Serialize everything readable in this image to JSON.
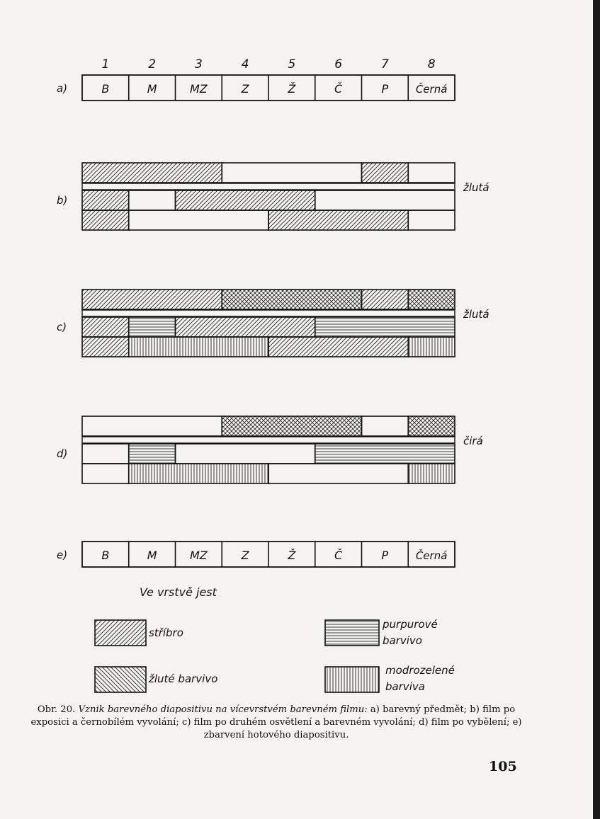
{
  "columns": {
    "numbers": [
      "1",
      "2",
      "3",
      "4",
      "5",
      "6",
      "7",
      "8"
    ],
    "labels": [
      "B",
      "M",
      "MZ",
      "Z",
      "Ž",
      "Č",
      "P",
      "Černá"
    ]
  },
  "row_labels": {
    "a": "a)",
    "b": "b)",
    "c": "c)",
    "d": "d)",
    "e": "e)"
  },
  "layer_side_labels": {
    "b": "žlutá",
    "c": "žlutá",
    "d": "čirá"
  },
  "diagram": {
    "b": [
      [
        "silver",
        "silver",
        "silver",
        "empty",
        "empty",
        "empty",
        "silver",
        "empty"
      ],
      [
        "silver",
        "empty",
        "silver",
        "silver",
        "silver",
        "empty",
        "empty",
        "empty"
      ],
      [
        "silver",
        "empty",
        "empty",
        "empty",
        "silver",
        "silver",
        "silver",
        "empty"
      ]
    ],
    "c": [
      [
        "silver",
        "silver",
        "silver",
        "yellow",
        "yellow",
        "yellow",
        "silver",
        "yellow"
      ],
      [
        "silver",
        "purple",
        "silver",
        "silver",
        "silver",
        "purple",
        "purple",
        "purple"
      ],
      [
        "silver",
        "cyan",
        "cyan",
        "cyan",
        "silver",
        "silver",
        "silver",
        "cyan"
      ]
    ],
    "d": [
      [
        "empty",
        "empty",
        "empty",
        "yellow",
        "yellow",
        "yellow",
        "empty",
        "yellow"
      ],
      [
        "empty",
        "purple",
        "empty",
        "empty",
        "empty",
        "purple",
        "purple",
        "purple"
      ],
      [
        "empty",
        "cyan",
        "cyan",
        "cyan",
        "empty",
        "empty",
        "empty",
        "cyan"
      ]
    ]
  },
  "legend": {
    "heading": "Ve vrstvě jest",
    "silver": "stříbro",
    "yellow": "žluté barvivo",
    "purple_1": "purpurové",
    "purple_2": "barvivo",
    "cyan_1": "modrozelené",
    "cyan_2": "barviva"
  },
  "caption": {
    "lead": "Obr. 20.",
    "title": "Vznik barevného diapositivu na vícevrstvém barevném filmu:",
    "body": "a) barevný předmět; b) film po exposici a černobílém vyvolání; c) film po druhém osvětlení a barevném vyvolání; d) film po vybělení; e) zbarvení hotového diapositivu."
  },
  "page_number": "105",
  "colors": {
    "ink": "#111111",
    "paper": "#f4f3ef"
  }
}
